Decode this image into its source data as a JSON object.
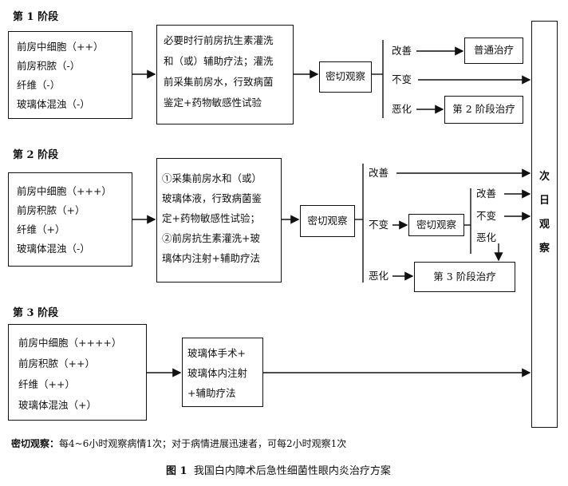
{
  "stages": [
    {
      "label": "第 1 阶段",
      "findings": [
        "前房中细胞（++）",
        "前房积脓（-）",
        "纤维（-）",
        "玻璃体混浊（-）"
      ],
      "treatment": [
        "必要时行前房抗生素灌洗",
        "和（或）辅助疗法；灌洗",
        "前采集前房水，行致病菌",
        "鉴定+药物敏感性试验"
      ],
      "observe": "密切观察",
      "outcomes": [
        "改善",
        "不变",
        "恶化"
      ],
      "result_normal": "普通治疗",
      "result_escalate": "第 2 阶段治疗"
    },
    {
      "label": "第 2 阶段",
      "findings": [
        "前房中细胞（+++）",
        "前房积脓（+）",
        "纤维（+）",
        "玻璃体混浊（-）"
      ],
      "treatment": [
        "①采集前房水和（或）",
        "玻璃体液，行致病菌鉴",
        "定+药物敏感性试验；",
        "②前房抗生素灌洗+玻",
        "璃体内注射+辅助疗法"
      ],
      "observe": "密切观察",
      "outcomes": [
        "改善",
        "不变",
        "恶化"
      ],
      "sub_observe": "密切观察",
      "sub_outcomes": [
        "改善",
        "不变",
        "恶化"
      ],
      "result_escalate": "第 3 阶段治疗"
    },
    {
      "label": "第 3 阶段",
      "findings": [
        "前房中细胞（++++）",
        "前房积脓（++）",
        "纤维（++）",
        "玻璃体混浊（+）"
      ],
      "treatment": [
        "玻璃体手术+",
        "玻璃体内注射",
        "+辅助疗法"
      ]
    }
  ],
  "next_day": "次日观察",
  "footnote_label": "密切观察：",
  "footnote_text": "每4~6小时观察病情1次；对于病情进展迅速者，可每2小时观察1次",
  "caption_num": "图 1",
  "caption_text": "我国白内障术后急性细菌性眼内炎治疗方案"
}
